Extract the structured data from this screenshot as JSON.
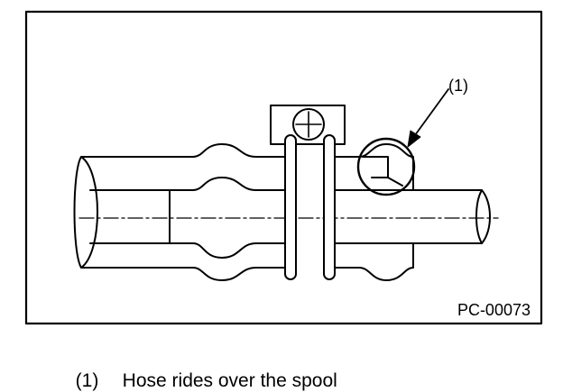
{
  "figure": {
    "callout_label": "(1)",
    "figure_code": "PC-00073"
  },
  "legend": [
    {
      "number": "(1)",
      "text": "Hose rides over the spool"
    }
  ]
}
